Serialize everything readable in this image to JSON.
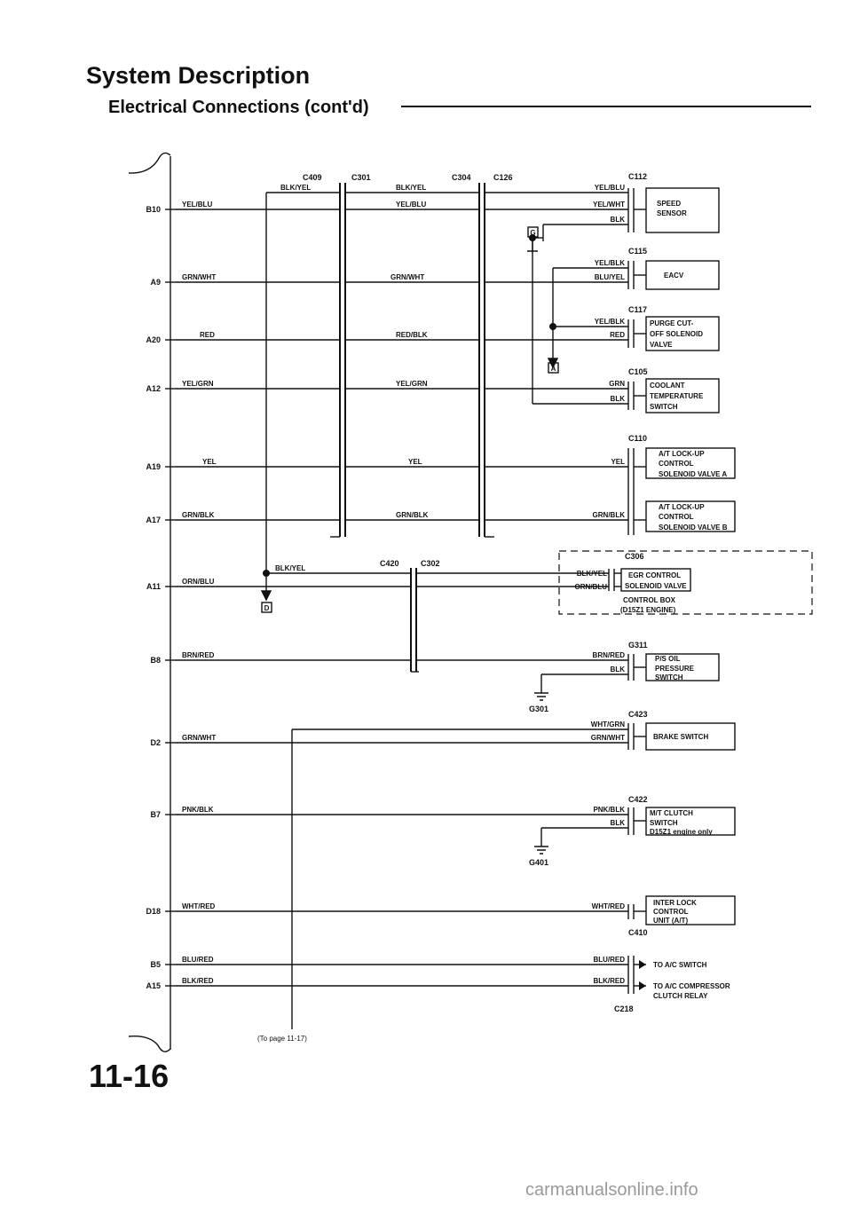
{
  "page": {
    "title": "System Description",
    "subtitle": "Electrical Connections (cont'd)",
    "page_number": "11-16",
    "watermark": "carmanualsonline.info",
    "footer_note": "(To page 11-17)"
  },
  "pins": [
    {
      "pin": "B10",
      "wire": "YEL/BLU"
    },
    {
      "pin": "A9",
      "wire": "GRN/WHT"
    },
    {
      "pin": "A20",
      "wire": "RED"
    },
    {
      "pin": "A12",
      "wire": "YEL/GRN"
    },
    {
      "pin": "A19",
      "wire": "YEL"
    },
    {
      "pin": "A17",
      "wire": "GRN/BLK"
    },
    {
      "pin": "A11",
      "wire": "ORN/BLU"
    },
    {
      "pin": "B8",
      "wire": "BRN/RED"
    },
    {
      "pin": "D2",
      "wire": "GRN/WHT"
    },
    {
      "pin": "B7",
      "wire": "PNK/BLK"
    },
    {
      "pin": "D18",
      "wire": "WHT/RED"
    },
    {
      "pin": "B5",
      "wire": "BLU/RED"
    },
    {
      "pin": "A15",
      "wire": "BLK/RED"
    }
  ],
  "connectors": {
    "c409": "C409",
    "c301": "C301",
    "c304": "C304",
    "c126": "C126",
    "c112": "C112",
    "c115": "C115",
    "c117": "C117",
    "c105": "C105",
    "c110": "C110",
    "c306": "C306",
    "c420": "C420",
    "c302": "C302",
    "g311": "G311",
    "g301": "G301",
    "c423": "C423",
    "c422": "C422",
    "g401": "G401",
    "c410": "C410",
    "c218": "C218"
  },
  "mid_wires": {
    "blk_yel_top": "BLK/YEL",
    "blk_yel_mid": "BLK/YEL",
    "yel_blu": "YEL/BLU",
    "grn_wht": "GRN/WHT",
    "red_blk": "RED/BLK",
    "yel_grn": "YEL/GRN",
    "yel": "YEL",
    "grn_blk": "GRN/BLK",
    "blk_yel_left": "BLK/YEL"
  },
  "right_wires": {
    "speed_1": "YEL/BLU",
    "speed_2": "YEL/WHT",
    "speed_3": "BLK",
    "eacv_1": "YEL/BLK",
    "eacv_2": "BLU/YEL",
    "purge_1": "YEL/BLK",
    "purge_2": "RED",
    "coolant_1": "GRN",
    "coolant_2": "BLK",
    "lockup_a": "YEL",
    "lockup_b": "GRN/BLK",
    "egr_1": "BLK/YEL",
    "egr_2": "ORN/BLU",
    "ps_1": "BRN/RED",
    "ps_2": "BLK",
    "brake_1": "WHT/GRN",
    "brake_2": "GRN/WHT",
    "clutch_1": "PNK/BLK",
    "clutch_2": "BLK",
    "interlock_1": "WHT/RED",
    "ac_1": "BLU/RED",
    "ac_2": "BLK/RED"
  },
  "components": {
    "speed_sensor": [
      "SPEED",
      "SENSOR"
    ],
    "eacv": [
      "EACV"
    ],
    "purge": [
      "PURGE CUT-",
      "OFF SOLENOID",
      "VALVE"
    ],
    "coolant": [
      "COOLANT",
      "TEMPERATURE",
      "SWITCH"
    ],
    "lockup_a": [
      "A/T LOCK-UP",
      "CONTROL",
      "SOLENOID VALVE A"
    ],
    "lockup_b": [
      "A/T LOCK-UP",
      "CONTROL",
      "SOLENOID VALVE B"
    ],
    "egr": [
      "EGR CONTROL",
      "SOLENOID VALVE"
    ],
    "control_box": [
      "CONTROL BOX",
      "(D15Z1 ENGINE)"
    ],
    "ps_oil": [
      "P/S OIL",
      "PRESSURE",
      "SWITCH"
    ],
    "brake": [
      "BRAKE SWITCH"
    ],
    "clutch": [
      "M/T CLUTCH",
      "SWITCH",
      "D15Z1 engine only"
    ],
    "interlock": [
      "INTER LOCK",
      "CONTROL",
      "UNIT (A/T)"
    ],
    "ac_switch": "TO A/C SWITCH",
    "ac_relay": [
      "TO A/C COMPRESSOR",
      "CLUTCH RELAY"
    ]
  },
  "ground_marks": {
    "g1": "G",
    "g2": "A",
    "g3": "D"
  }
}
